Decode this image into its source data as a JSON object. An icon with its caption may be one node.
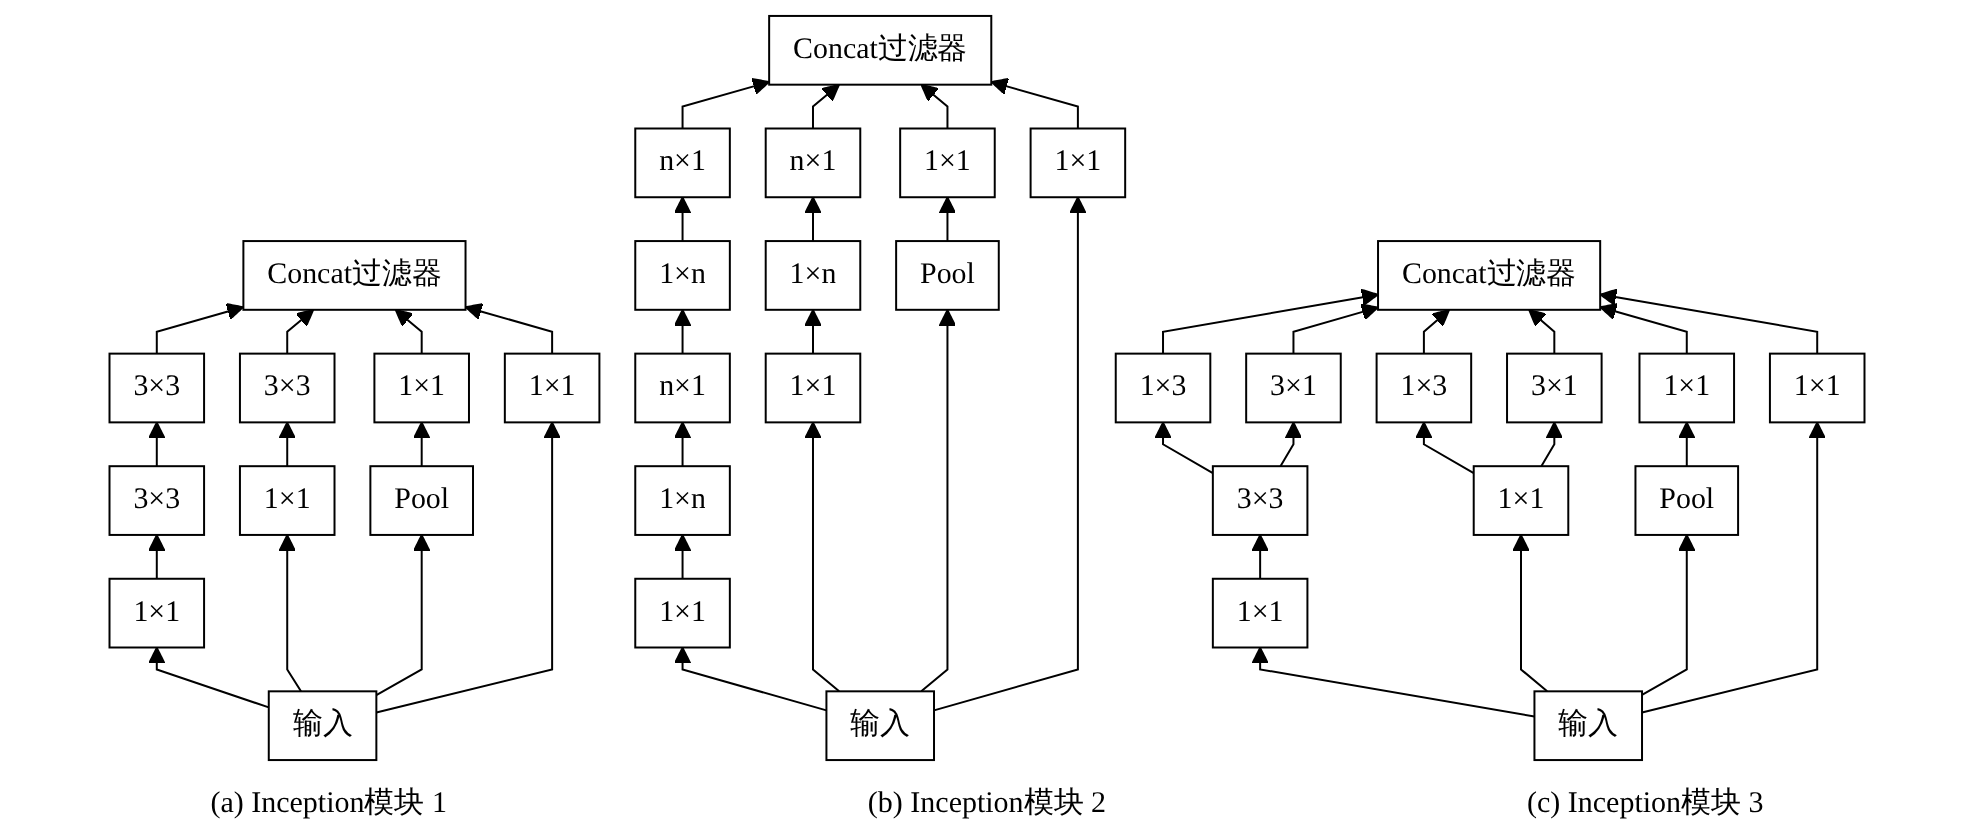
{
  "diagram": {
    "nodes": [
      {
        "text": [
          "Concat过滤器"
        ]
      },
      {
        "text": [
          "3×3"
        ]
      },
      {
        "text": [
          "3×3"
        ]
      },
      {
        "text": [
          "3×3"
        ]
      },
      {
        "text": [
          "1×1"
        ]
      },
      {
        "text": [
          "1×1"
        ]
      },
      {
        "text": [
          "1×1"
        ]
      },
      {
        "text": [
          "Pool"
        ]
      },
      {
        "text": [
          "1×1"
        ]
      },
      {
        "text": [
          "输入"
        ]
      },
      {
        "text": [
          "Concat过滤器"
        ]
      },
      {
        "text": [
          "n×1"
        ]
      },
      {
        "text": [
          "1×n"
        ]
      },
      {
        "text": [
          "n×1"
        ]
      },
      {
        "text": [
          "n×1"
        ]
      },
      {
        "text": [
          "1×n"
        ]
      },
      {
        "text": [
          "1×n"
        ]
      },
      {
        "text": [
          "1×1"
        ]
      },
      {
        "text": [
          "1×1"
        ]
      },
      {
        "text": [
          "1×1"
        ]
      },
      {
        "text": [
          "Pool"
        ]
      },
      {
        "text": [
          "1×1"
        ]
      },
      {
        "text": [
          "输入"
        ]
      },
      {
        "text": [
          "Concat过滤器"
        ]
      },
      {
        "text": [
          "1×3"
        ]
      },
      {
        "text": [
          "3×1"
        ]
      },
      {
        "text": [
          "3×3"
        ]
      },
      {
        "text": [
          "1×3"
        ]
      },
      {
        "text": [
          "3×1"
        ]
      },
      {
        "text": [
          "1×1"
        ]
      },
      {
        "text": [
          "1×1"
        ]
      },
      {
        "text": [
          "1×1"
        ]
      },
      {
        "text": [
          "Pool"
        ]
      },
      {
        "text": [
          "1×1"
        ]
      },
      {
        "text": [
          "输入"
        ]
      }
    ],
    "edges": [
      {
        "from": 9,
        "to": 5,
        "arrow": "to"
      },
      {
        "from": 9,
        "to": 6,
        "arrow": "to"
      },
      {
        "from": 9,
        "to": 7,
        "arrow": "to"
      },
      {
        "from": 9,
        "to": 8,
        "arrow": "to"
      },
      {
        "from": 5,
        "to": 2,
        "arrow": "to"
      },
      {
        "from": 2,
        "to": 1,
        "arrow": "to"
      },
      {
        "from": 1,
        "to": 0,
        "arrow": "to"
      },
      {
        "from": 6,
        "to": 3,
        "arrow": "to"
      },
      {
        "from": 3,
        "to": 0,
        "arrow": "to"
      },
      {
        "from": 7,
        "to": 4,
        "arrow": "to"
      },
      {
        "from": 4,
        "to": 0,
        "arrow": "to"
      },
      {
        "from": 8,
        "to": 0,
        "arrow": "to"
      },
      {
        "from": 22,
        "to": 18,
        "arrow": "to"
      },
      {
        "from": 22,
        "to": 19,
        "arrow": "to"
      },
      {
        "from": 22,
        "to": 20,
        "arrow": "to"
      },
      {
        "from": 22,
        "to": 21,
        "arrow": "to"
      },
      {
        "from": 18,
        "to": 15,
        "arrow": "to"
      },
      {
        "from": 15,
        "to": 13,
        "arrow": "to"
      },
      {
        "from": 13,
        "to": 12,
        "arrow": "to"
      },
      {
        "from": 12,
        "to": 11,
        "arrow": "to"
      },
      {
        "from": 11,
        "to": 10,
        "arrow": "to"
      },
      {
        "from": 19,
        "to": 16,
        "arrow": "to"
      },
      {
        "from": 16,
        "to": 14,
        "arrow": "to"
      },
      {
        "from": 14,
        "to": 10,
        "arrow": "to"
      },
      {
        "from": 20,
        "to": 17,
        "arrow": "to"
      },
      {
        "from": 17,
        "to": 10,
        "arrow": "to"
      },
      {
        "from": 21,
        "to": 10,
        "arrow": "to"
      },
      {
        "from": 34,
        "to": 30,
        "arrow": "to"
      },
      {
        "from": 34,
        "to": 31,
        "arrow": "to"
      },
      {
        "from": 34,
        "to": 32,
        "arrow": "to"
      },
      {
        "from": 34,
        "to": 33,
        "arrow": "to"
      },
      {
        "from": 30,
        "to": 26,
        "arrow": "to"
      },
      {
        "from": 26,
        "to": 24,
        "arrow": "to"
      },
      {
        "from": 26,
        "to": 25,
        "arrow": "to"
      },
      {
        "from": 24,
        "to": 23,
        "arrow": "to"
      },
      {
        "from": 25,
        "to": 23,
        "arrow": "to"
      },
      {
        "from": 31,
        "to": 27,
        "arrow": "to"
      },
      {
        "from": 31,
        "to": 28,
        "arrow": "to"
      },
      {
        "from": 27,
        "to": 23,
        "arrow": "to"
      },
      {
        "from": 28,
        "to": 23,
        "arrow": "to"
      },
      {
        "from": 32,
        "to": 29,
        "arrow": "to"
      },
      {
        "from": 29,
        "to": 23,
        "arrow": "to"
      },
      {
        "from": 33,
        "to": 23,
        "arrow": "to"
      }
    ],
    "labels": [
      "(a) Inception模块 1",
      "(b) Inception模块 2",
      "(c) Inception模块 3"
    ]
  }
}
